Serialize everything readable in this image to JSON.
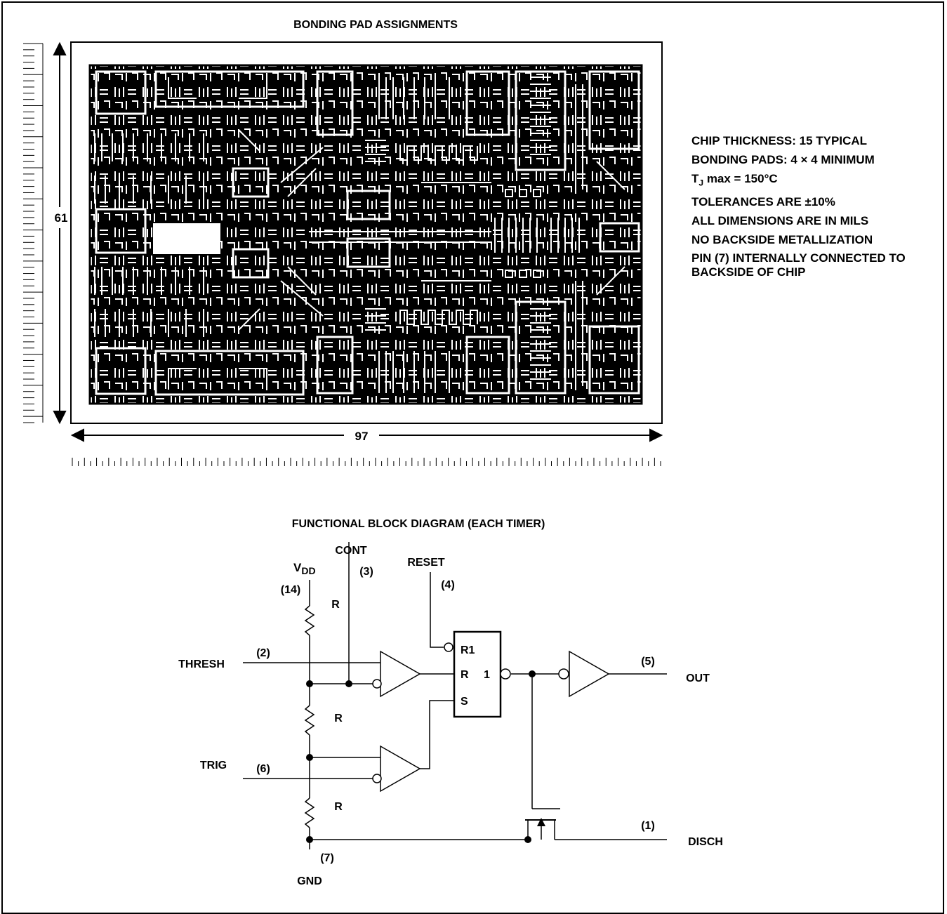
{
  "bonding": {
    "title": "BONDING PAD ASSIGNMENTS",
    "height_label": "61",
    "width_label": "97"
  },
  "notes": [
    "CHIP THICKNESS: 15 TYPICAL",
    "BONDING PADS: 4 × 4 MINIMUM",
    "max = 150°C",
    "TOLERANCES ARE ±10%",
    "ALL DIMENSIONS ARE IN MILS",
    "NO BACKSIDE METALLIZATION",
    "PIN (7) INTERNALLY CONNECTED TO BACKSIDE OF CHIP"
  ],
  "tj_symbol": "T",
  "tj_subscript": "J",
  "block": {
    "title": "FUNCTIONAL BLOCK DIAGRAM (EACH TIMER)",
    "vdd": "V",
    "vdd_sub": "DD",
    "vdd_pin": "(14)",
    "cont": "CONT",
    "cont_pin": "(3)",
    "reset": "RESET",
    "reset_pin": "(4)",
    "thresh": "THRESH",
    "thresh_pin": "(2)",
    "trig": "TRIG",
    "trig_pin": "(6)",
    "gnd": "GND",
    "gnd_pin": "(7)",
    "out": "OUT",
    "out_pin": "(5)",
    "disch": "DISCH",
    "disch_pin": "(1)",
    "resistor": "R",
    "ff_r1": "R1",
    "ff_r": "R",
    "ff_s": "S",
    "ff_q": "1"
  }
}
